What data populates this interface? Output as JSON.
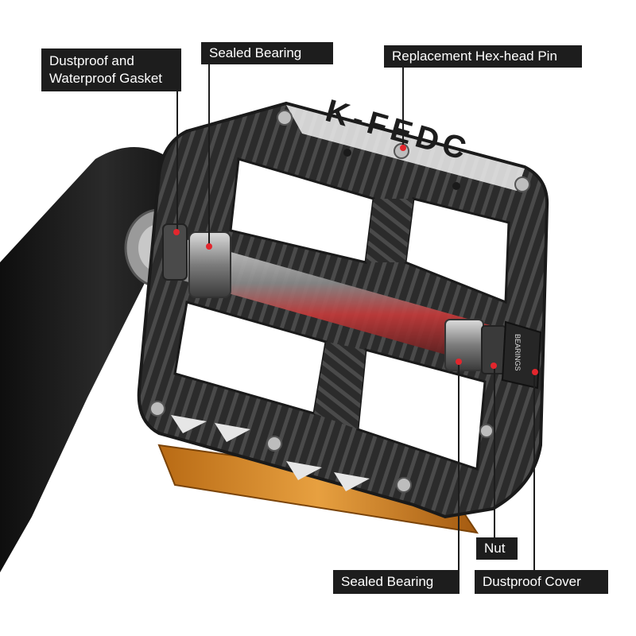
{
  "labels": {
    "gasket_line1": "Dustproof and",
    "gasket_line2": "Waterproof Gasket",
    "sealed_bearing_top": "Sealed Bearing",
    "hex_pin": "Replacement Hex-head Pin",
    "nut": "Nut",
    "sealed_bearing_bottom": "Sealed Bearing",
    "dustproof_cover": "Dustproof Cover"
  },
  "brand": {
    "pedal_logo": "K-FEDC",
    "cap_text": "BEARINGS"
  },
  "colors": {
    "label_background": "#1d1d1d",
    "label_text": "#ffffff",
    "leader_line": "#1d1d1d",
    "marker_dot": "#e3262d",
    "pedal_body": "#2b2b2b",
    "reflector": "#d98a2a",
    "axle_highlight": "#b0282a"
  }
}
